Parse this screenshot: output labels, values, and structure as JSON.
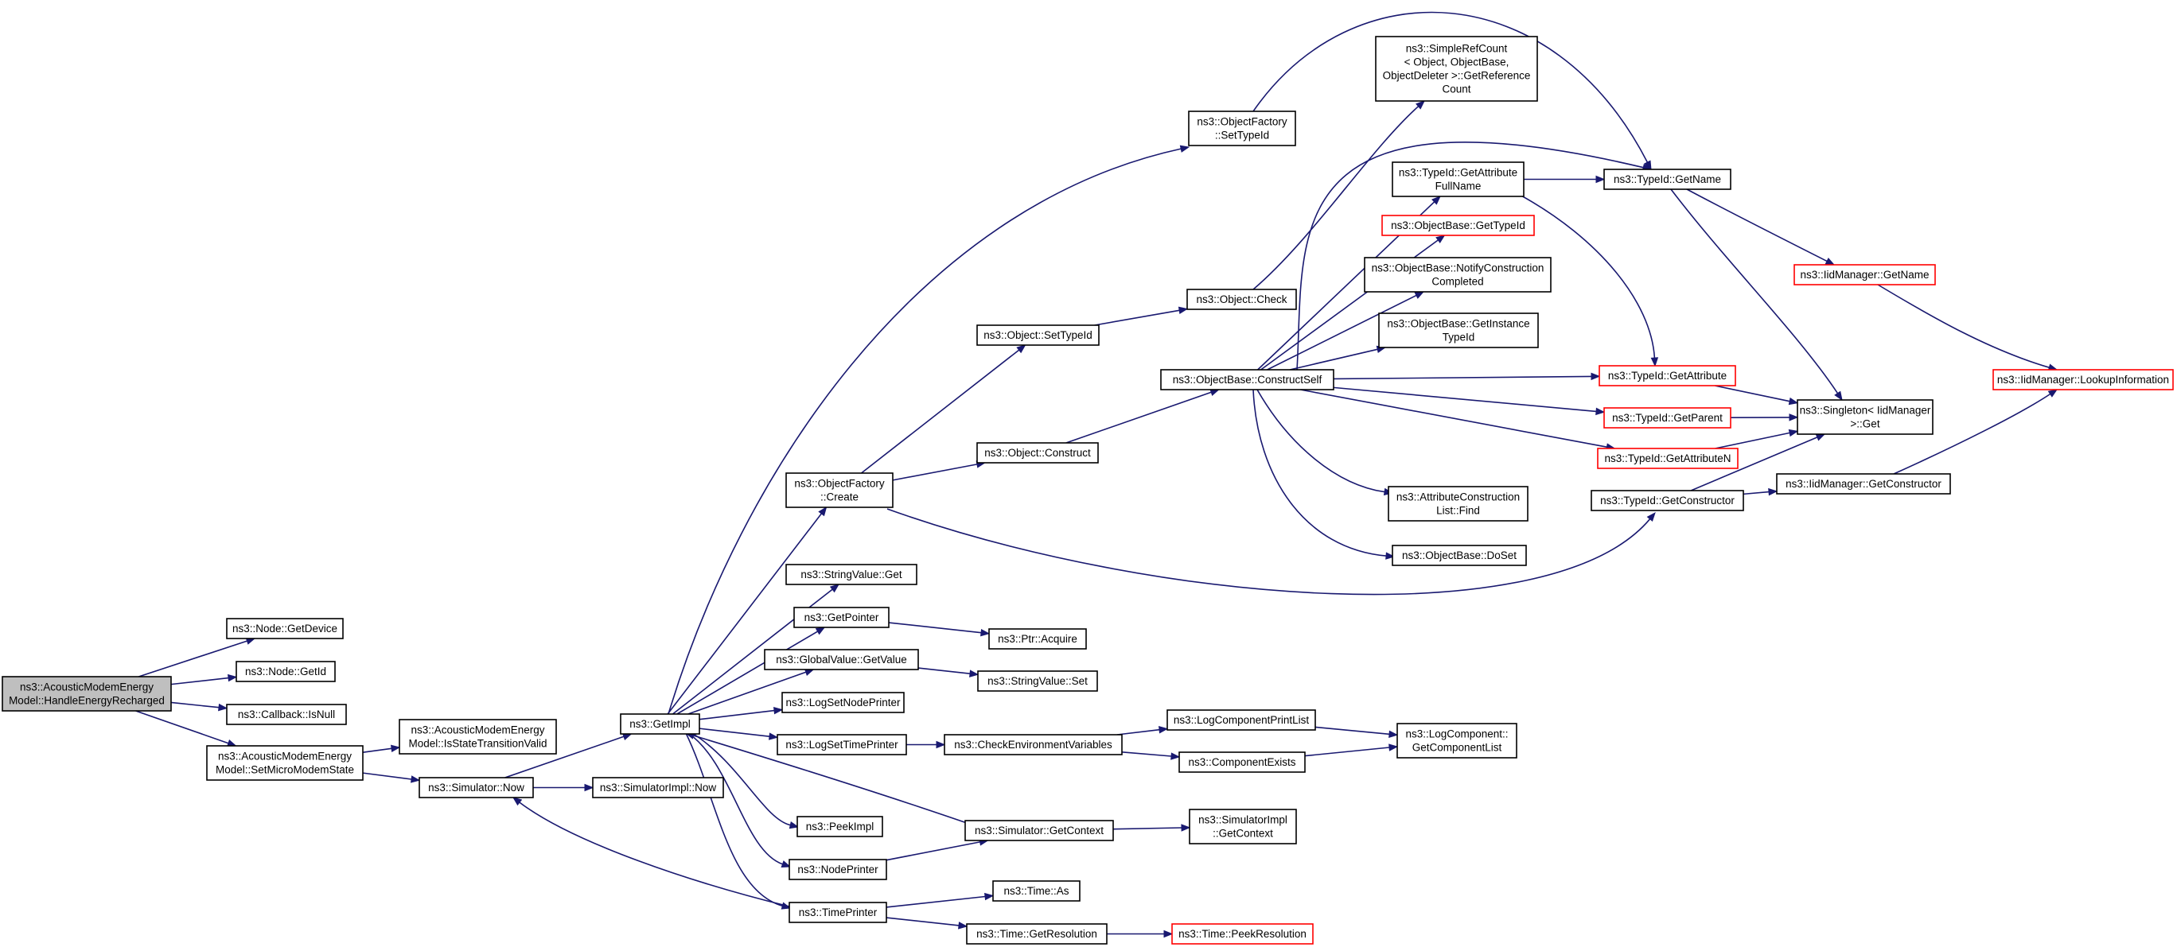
{
  "colors": {
    "edge": "#191970",
    "node_border": "#000000",
    "node_border_truncated": "#ff0000",
    "root_fill": "#bfbfbf",
    "node_fill": "#ffffff"
  },
  "nodes": [
    {
      "id": "root",
      "lines": [
        "ns3::AcousticModemEnergy",
        "Model::HandleEnergyRecharged"
      ],
      "root": true
    },
    {
      "id": "getdevice",
      "lines": [
        "ns3::Node::GetDevice"
      ]
    },
    {
      "id": "getid",
      "lines": [
        "ns3::Node::GetId"
      ]
    },
    {
      "id": "isnull",
      "lines": [
        "ns3::Callback::IsNull"
      ]
    },
    {
      "id": "setmicro",
      "lines": [
        "ns3::AcousticModemEnergy",
        "Model::SetMicroModemState"
      ]
    },
    {
      "id": "isvalid",
      "lines": [
        "ns3::AcousticModemEnergy",
        "Model::IsStateTransitionValid"
      ]
    },
    {
      "id": "simnow",
      "lines": [
        "ns3::Simulator::Now"
      ]
    },
    {
      "id": "simimplnow",
      "lines": [
        "ns3::SimulatorImpl::Now"
      ]
    },
    {
      "id": "getimpl",
      "lines": [
        "ns3::GetImpl"
      ]
    },
    {
      "id": "ofcreate",
      "lines": [
        "ns3::ObjectFactory",
        "::Create"
      ]
    },
    {
      "id": "ofsettypeid",
      "lines": [
        "ns3::ObjectFactory",
        "::SetTypeId"
      ]
    },
    {
      "id": "strget",
      "lines": [
        "ns3::StringValue::Get"
      ]
    },
    {
      "id": "getpointer",
      "lines": [
        "ns3::GetPointer"
      ]
    },
    {
      "id": "ptracquire",
      "lines": [
        "ns3::Ptr::Acquire"
      ]
    },
    {
      "id": "gvgetvalue",
      "lines": [
        "ns3::GlobalValue::GetValue"
      ]
    },
    {
      "id": "strset",
      "lines": [
        "ns3::StringValue::Set"
      ]
    },
    {
      "id": "logsetnode",
      "lines": [
        "ns3::LogSetNodePrinter"
      ]
    },
    {
      "id": "logsettime",
      "lines": [
        "ns3::LogSetTimePrinter"
      ]
    },
    {
      "id": "checkenv",
      "lines": [
        "ns3::CheckEnvironmentVariables"
      ]
    },
    {
      "id": "logcompprint",
      "lines": [
        "ns3::LogComponentPrintList"
      ]
    },
    {
      "id": "compexists",
      "lines": [
        "ns3::ComponentExists"
      ]
    },
    {
      "id": "getcomplist",
      "lines": [
        "ns3::LogComponent::",
        "GetComponentList"
      ]
    },
    {
      "id": "peekimpl",
      "lines": [
        "ns3::PeekImpl"
      ]
    },
    {
      "id": "simgetcontext",
      "lines": [
        "ns3::Simulator::GetContext"
      ]
    },
    {
      "id": "simimplgetcontext",
      "lines": [
        "ns3::SimulatorImpl",
        "::GetContext"
      ]
    },
    {
      "id": "nodeprinter",
      "lines": [
        "ns3::NodePrinter"
      ]
    },
    {
      "id": "timeprinter",
      "lines": [
        "ns3::TimePrinter"
      ]
    },
    {
      "id": "timeas",
      "lines": [
        "ns3::Time::As"
      ]
    },
    {
      "id": "timegetres",
      "lines": [
        "ns3::Time::GetResolution"
      ]
    },
    {
      "id": "timepeekres",
      "lines": [
        "ns3::Time::PeekResolution"
      ],
      "truncated": true
    },
    {
      "id": "objsettypeid",
      "lines": [
        "ns3::Object::SetTypeId"
      ]
    },
    {
      "id": "objconstruct",
      "lines": [
        "ns3::Object::Construct"
      ]
    },
    {
      "id": "objcheck",
      "lines": [
        "ns3::Object::Check"
      ]
    },
    {
      "id": "refcount",
      "lines": [
        "ns3::SimpleRefCount",
        "< Object, ObjectBase,",
        "ObjectDeleter >::GetReference",
        "Count"
      ]
    },
    {
      "id": "constructself",
      "lines": [
        "ns3::ObjectBase::ConstructSelf"
      ]
    },
    {
      "id": "getattrfullname",
      "lines": [
        "ns3::TypeId::GetAttribute",
        "FullName"
      ]
    },
    {
      "id": "obgettypeid",
      "lines": [
        "ns3::ObjectBase::GetTypeId"
      ],
      "truncated": true
    },
    {
      "id": "notifyconst",
      "lines": [
        "ns3::ObjectBase::NotifyConstruction",
        "Completed"
      ]
    },
    {
      "id": "getinsttypeid",
      "lines": [
        "ns3::ObjectBase::GetInstance",
        "TypeId"
      ]
    },
    {
      "id": "attrconstfind",
      "lines": [
        "ns3::AttributeConstruction",
        "List::Find"
      ]
    },
    {
      "id": "doset",
      "lines": [
        "ns3::ObjectBase::DoSet"
      ]
    },
    {
      "id": "typeidgetname",
      "lines": [
        "ns3::TypeId::GetName"
      ]
    },
    {
      "id": "getattribute",
      "lines": [
        "ns3::TypeId::GetAttribute"
      ],
      "truncated": true
    },
    {
      "id": "getparent",
      "lines": [
        "ns3::TypeId::GetParent"
      ],
      "truncated": true
    },
    {
      "id": "getattributen",
      "lines": [
        "ns3::TypeId::GetAttributeN"
      ],
      "truncated": true
    },
    {
      "id": "getconstructor",
      "lines": [
        "ns3::TypeId::GetConstructor"
      ]
    },
    {
      "id": "iidgetname",
      "lines": [
        "ns3::IidManager::GetName"
      ],
      "truncated": true
    },
    {
      "id": "singletonget",
      "lines": [
        "ns3::Singleton< IidManager",
        ">::Get"
      ]
    },
    {
      "id": "iidgetconstructor",
      "lines": [
        "ns3::IidManager::GetConstructor"
      ]
    },
    {
      "id": "lookupinfo",
      "lines": [
        "ns3::IidManager::LookupInformation"
      ],
      "truncated": true
    }
  ],
  "edges": [
    [
      "root",
      "getdevice"
    ],
    [
      "root",
      "getid"
    ],
    [
      "root",
      "isnull"
    ],
    [
      "root",
      "setmicro"
    ],
    [
      "setmicro",
      "isvalid"
    ],
    [
      "setmicro",
      "simnow"
    ],
    [
      "simnow",
      "getimpl"
    ],
    [
      "simnow",
      "simimplnow"
    ],
    [
      "getimpl",
      "ofcreate"
    ],
    [
      "getimpl",
      "ofsettypeid"
    ],
    [
      "getimpl",
      "strget"
    ],
    [
      "getimpl",
      "getpointer"
    ],
    [
      "getimpl",
      "gvgetvalue"
    ],
    [
      "getimpl",
      "logsetnode"
    ],
    [
      "getimpl",
      "logsettime"
    ],
    [
      "getimpl",
      "peekimpl"
    ],
    [
      "getimpl",
      "nodeprinter"
    ],
    [
      "getimpl",
      "timeprinter"
    ],
    [
      "getpointer",
      "ptracquire"
    ],
    [
      "gvgetvalue",
      "strset"
    ],
    [
      "logsettime",
      "checkenv"
    ],
    [
      "checkenv",
      "logcompprint"
    ],
    [
      "checkenv",
      "compexists"
    ],
    [
      "logcompprint",
      "getcomplist"
    ],
    [
      "compexists",
      "getcomplist"
    ],
    [
      "simgetcontext",
      "getimpl"
    ],
    [
      "simgetcontext",
      "simimplgetcontext"
    ],
    [
      "nodeprinter",
      "simgetcontext"
    ],
    [
      "timeprinter",
      "simnow"
    ],
    [
      "timeprinter",
      "timeas"
    ],
    [
      "timeprinter",
      "timegetres"
    ],
    [
      "timegetres",
      "timepeekres"
    ],
    [
      "ofcreate",
      "objsettypeid"
    ],
    [
      "ofcreate",
      "objconstruct"
    ],
    [
      "ofcreate",
      "getconstructor"
    ],
    [
      "objsettypeid",
      "objcheck"
    ],
    [
      "objcheck",
      "refcount"
    ],
    [
      "objconstruct",
      "constructself"
    ],
    [
      "ofsettypeid",
      "typeidgetname"
    ],
    [
      "constructself",
      "getattrfullname"
    ],
    [
      "constructself",
      "obgettypeid"
    ],
    [
      "constructself",
      "notifyconst"
    ],
    [
      "constructself",
      "getinsttypeid"
    ],
    [
      "constructself",
      "getattribute"
    ],
    [
      "constructself",
      "getparent"
    ],
    [
      "constructself",
      "getattributen"
    ],
    [
      "constructself",
      "attrconstfind"
    ],
    [
      "constructself",
      "doset"
    ],
    [
      "constructself",
      "typeidgetname"
    ],
    [
      "getattrfullname",
      "typeidgetname"
    ],
    [
      "getattrfullname",
      "getattribute"
    ],
    [
      "typeidgetname",
      "iidgetname"
    ],
    [
      "typeidgetname",
      "singletonget"
    ],
    [
      "getattribute",
      "singletonget"
    ],
    [
      "getparent",
      "singletonget"
    ],
    [
      "getattributen",
      "singletonget"
    ],
    [
      "getconstructor",
      "singletonget"
    ],
    [
      "getconstructor",
      "iidgetconstructor"
    ],
    [
      "iidgetname",
      "lookupinfo"
    ],
    [
      "iidgetconstructor",
      "lookupinfo"
    ]
  ]
}
